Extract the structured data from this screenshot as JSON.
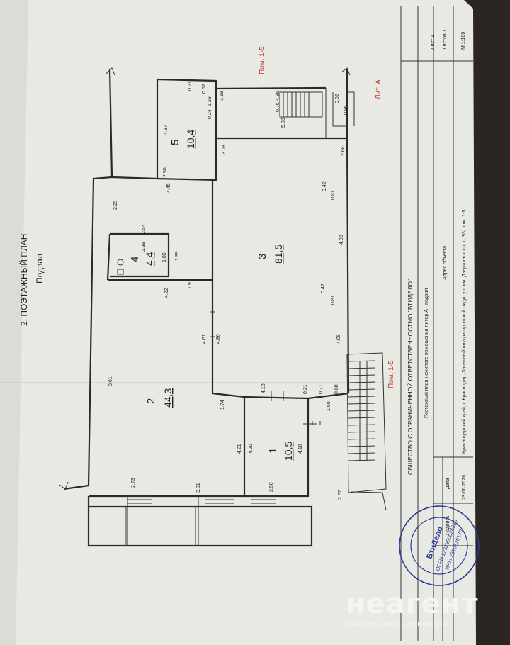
{
  "plan": {
    "title": "2. ПОЭТАЖНЫЙ ПЛАН",
    "floor": "Подвал",
    "rooms": [
      {
        "number": "1",
        "area": "10,5"
      },
      {
        "number": "2",
        "area": "44,3"
      },
      {
        "number": "3",
        "area": "81,5"
      },
      {
        "number": "4",
        "area": "4,4"
      },
      {
        "number": "5",
        "area": "10,4"
      }
    ],
    "premises_label": "Пом. 1-5",
    "lit_label": "Лит. А",
    "dimensions": [
      "2.73",
      "3.31",
      "2.50",
      "2.67",
      "1.60",
      "4.21",
      "4.20",
      "4.18",
      "1.74",
      "4.18",
      "0.21",
      "0.71",
      "0.80",
      "8.61",
      "4.22",
      "4.61",
      "4.86",
      "1.91",
      "0.42",
      "0.81",
      "4.08",
      "4.08",
      "0.42",
      "0.81",
      "2.29",
      "2.54",
      "2.39",
      "1.85",
      "1.99",
      "4.45",
      "2.50",
      "4.37",
      "3.08",
      "2.68",
      "5.88",
      "1.19",
      "1.29",
      "0.21",
      "0.62",
      "0.24",
      "4.96",
      "0.76",
      "0.62",
      "0.96"
    ]
  },
  "title_block": {
    "organization": "ОБЩЕСТВО С ОГРАНИЧЕННОЙ ОТВЕТСТВЕННОСТЬЮ \"БТИДЕЛО\"",
    "plan_description": "Поэтажный план нежилого помещения литер А - подвал",
    "address_label": "Адрес объекта",
    "address": "Краснодарский край, г. Краснодар, Западный внутригородской округ, ул. им. Дзержинского, д. 93, пом. 1-5",
    "date_label": "Дата",
    "date": "29.06.2026",
    "signature_label": "Подпись",
    "sheet": "Лист 1",
    "sheets": "Листов 1",
    "scale": "М 1:100"
  },
  "stamp": {
    "name": "БтиДело",
    "ogrn": "ОГРН 1232300026520",
    "inn": "ИНН 2310226170"
  },
  "watermark": {
    "logo": "неагент",
    "tagline": "система недвижимости"
  }
}
